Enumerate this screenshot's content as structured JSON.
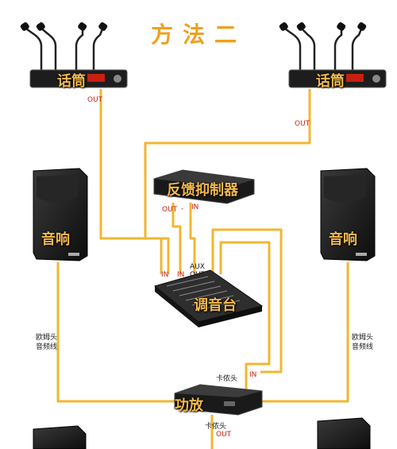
{
  "title": "方法二",
  "devices": {
    "mic_left": "话筒",
    "mic_right": "话筒",
    "speaker_left": "音响",
    "speaker_right": "音响",
    "feedback_suppressor": "反馈抑制器",
    "mixer": "调音台",
    "amplifier": "功放"
  },
  "ports": {
    "mic_left_out": "OUT",
    "mic_right_out": "OUT",
    "fs_out": "OUT",
    "fs_dash": "-",
    "fs_in": "IN",
    "mixer_in_1": "IN",
    "mixer_in_2": "IN",
    "mixer_aux": "AUX",
    "mixer_aux_out": "OUT",
    "amp_in": "IN",
    "amp_out": "OUT"
  },
  "cables": {
    "ohm_left": "欧姆头\n音频线",
    "ohm_right": "欧姆头\n音频线",
    "canon_top": "卡侬头",
    "canon_bottom": "卡侬头"
  },
  "colors": {
    "wire": "#f2b630",
    "title": "#f0a020",
    "port": "#d02010"
  }
}
